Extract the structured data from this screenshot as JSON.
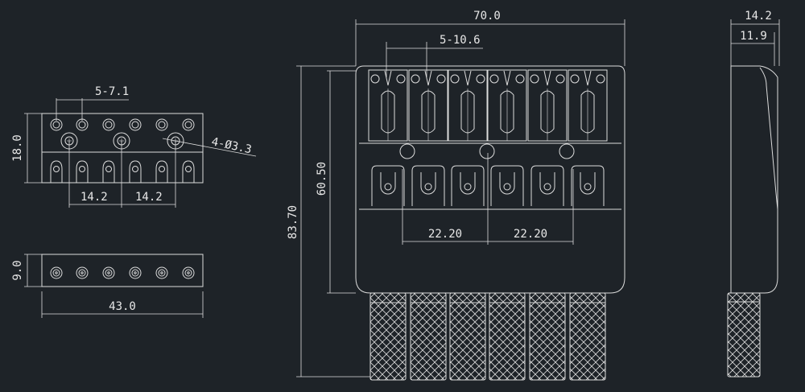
{
  "colors": {
    "background": "#1e2328",
    "line": "#dcdcdc"
  },
  "top_plate": {
    "dim_hole_spacing": "5-7.1",
    "dim_height": "18.0",
    "dim_hole_dia": "4-Ø3.3",
    "dim_left_spacing": "14.2",
    "dim_right_spacing": "14.2"
  },
  "bottom_plate": {
    "dim_height": "9.0",
    "dim_width": "43.0"
  },
  "front_view": {
    "dim_total_width": "70.0",
    "dim_string_spacing": "5-10.6",
    "dim_total_height": "83.70",
    "dim_body_height": "60.50",
    "dim_left_mount": "22.20",
    "dim_right_mount": "22.20"
  },
  "side_view": {
    "dim_outer_width": "14.2",
    "dim_inner_width": "11.9"
  }
}
